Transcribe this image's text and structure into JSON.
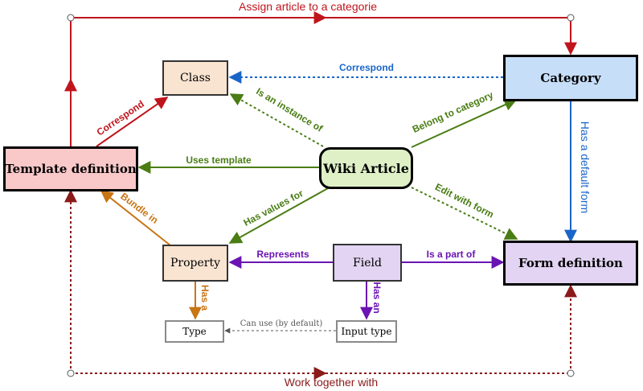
{
  "colors": {
    "red": "#c0141c",
    "dark_red": "#8b1a1a",
    "blue": "#1a66c8",
    "green": "#4a7d14",
    "orange": "#c87514",
    "purple": "#6a14b4",
    "gray": "#555555",
    "class_fill": "#f9e4d1",
    "category_fill": "#c6def8",
    "template_fill": "#f9c8c8",
    "wiki_fill": "#dff0c7",
    "property_fill": "#f9e4d1",
    "field_fill": "#e2d4f2",
    "form_fill": "#e2d4f2",
    "plain_fill": "#ffffff"
  },
  "nodes": {
    "class": "Class",
    "category": "Category",
    "template_definition": "Template definition",
    "wiki_article": "Wiki Article",
    "property": "Property",
    "field": "Field",
    "form_definition": "Form definition",
    "type": "Type",
    "input_type": "Input type"
  },
  "edges": {
    "assign_article": "Assign article to a categorie",
    "correspond_class_category": "Correspond",
    "correspond_template_class": "Correspond",
    "is_an_instance_of": "Is an instance of",
    "belong_to_category": "Belong to category",
    "uses_template": "Uses template",
    "has_a_default_form": "Has a default form",
    "edit_with_form": "Edit with form",
    "bundle_in": "Bundle in",
    "has_values_for": "Has values for",
    "represents": "Represents",
    "is_a_part_of": "Is a part of",
    "has_a": "Has a",
    "has_an": "Has an",
    "can_use_by_default": "Can use (by default)",
    "work_together_with": "Work together with"
  }
}
